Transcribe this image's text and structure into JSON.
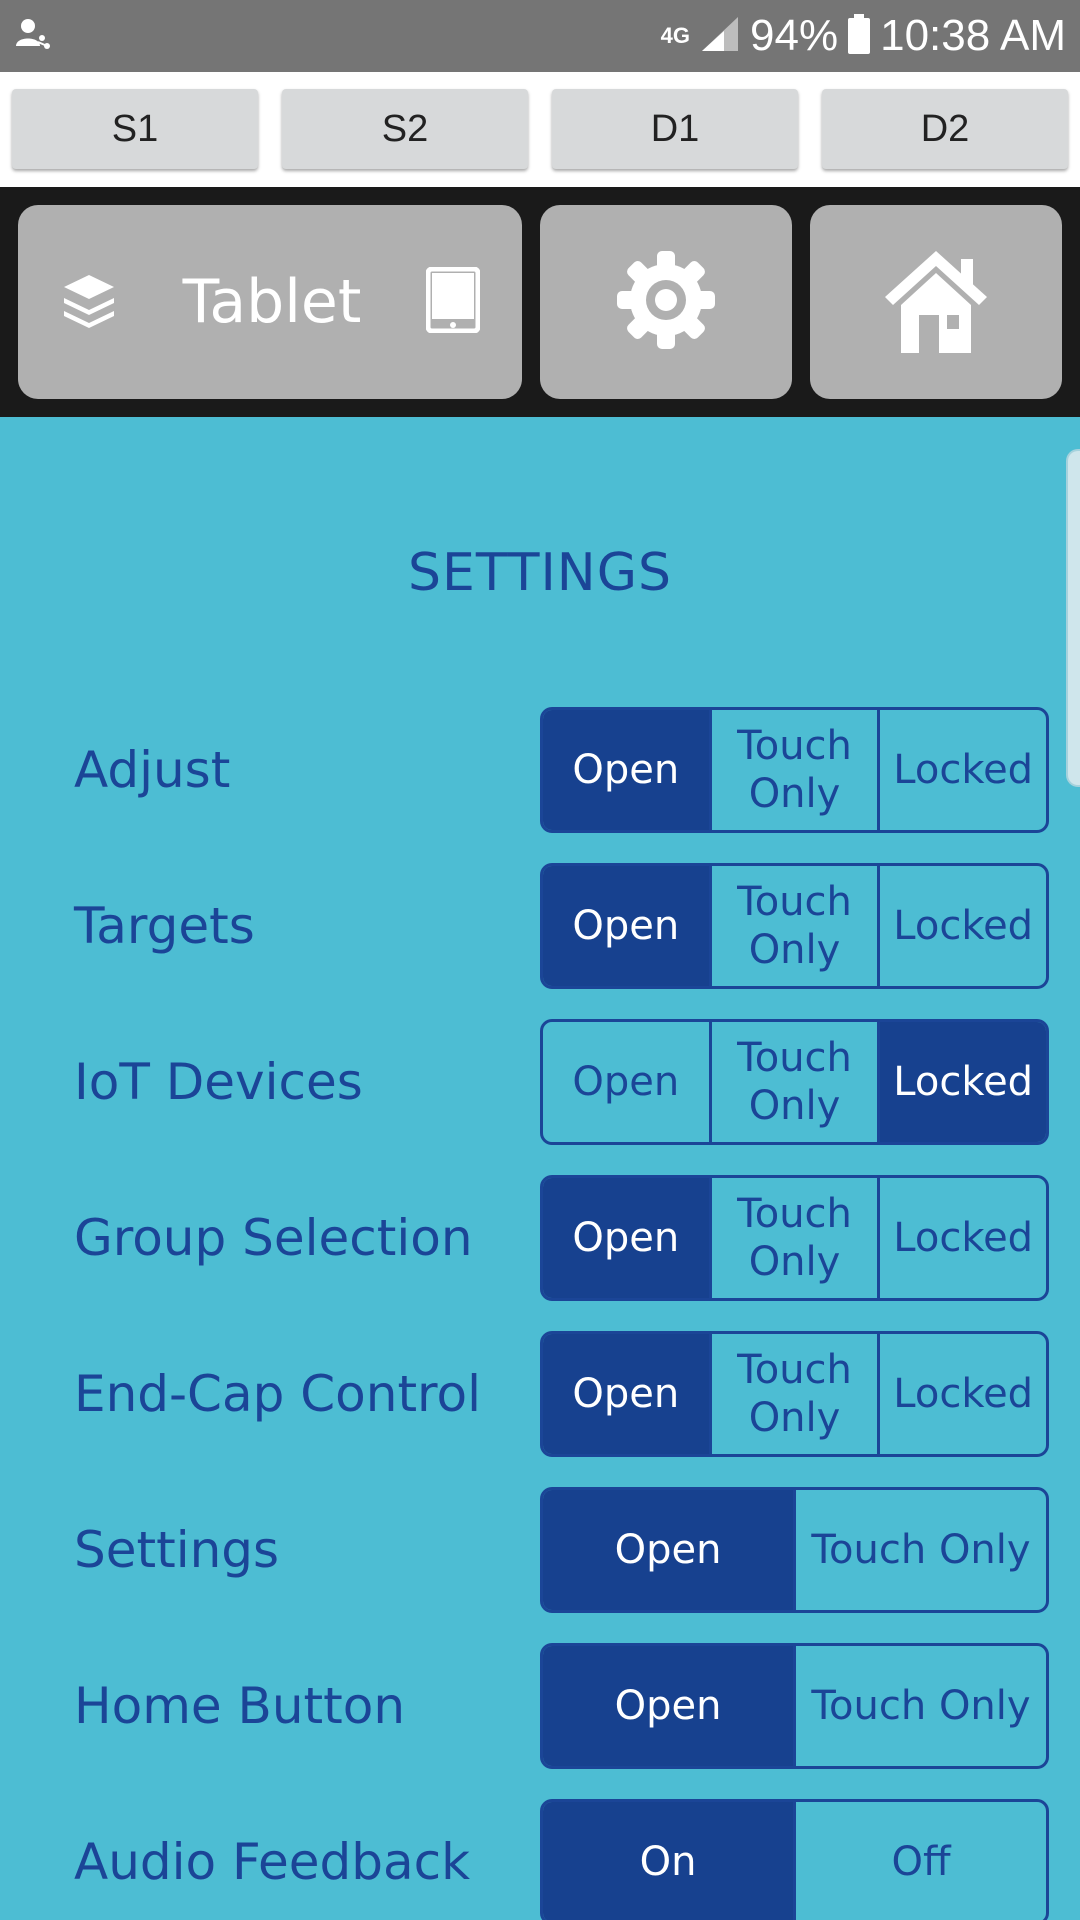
{
  "status_bar": {
    "network": "4G",
    "battery": "94%",
    "time": "10:38 AM"
  },
  "quick_tabs": [
    "S1",
    "S2",
    "D1",
    "D2"
  ],
  "nav": {
    "tablet_label": "Tablet",
    "icons": [
      "layers-icon",
      "tablet-icon",
      "gear-icon",
      "home-icon"
    ]
  },
  "settings": {
    "title": "SETTINGS",
    "rows": [
      {
        "label": "Adjust",
        "options": [
          "Open",
          "Touch Only",
          "Locked"
        ],
        "selected": "Open"
      },
      {
        "label": "Targets",
        "options": [
          "Open",
          "Touch Only",
          "Locked"
        ],
        "selected": "Open"
      },
      {
        "label": "IoT Devices",
        "options": [
          "Open",
          "Touch Only",
          "Locked"
        ],
        "selected": "Locked"
      },
      {
        "label": "Group Selection",
        "options": [
          "Open",
          "Touch Only",
          "Locked"
        ],
        "selected": "Open"
      },
      {
        "label": "End-Cap Control",
        "options": [
          "Open",
          "Touch Only",
          "Locked"
        ],
        "selected": "Open"
      },
      {
        "label": "Settings",
        "options": [
          "Open",
          "Touch Only"
        ],
        "selected": "Open"
      },
      {
        "label": "Home Button",
        "options": [
          "Open",
          "Touch Only"
        ],
        "selected": "Open"
      },
      {
        "label": "Audio Feedback",
        "options": [
          "On",
          "Off"
        ],
        "selected": "On"
      }
    ]
  },
  "colors": {
    "background": "#4dbdd3",
    "accent": "#1b4597",
    "active": "#17418f",
    "nav_button": "#b0b0b0"
  }
}
